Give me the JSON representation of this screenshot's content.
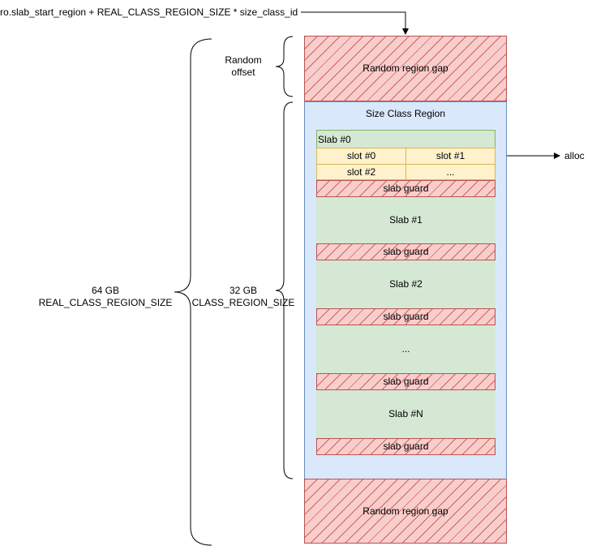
{
  "top_formula": "ro.slab_start_region + REAL_CLASS_REGION_SIZE * size_class_id",
  "random_offset": {
    "line1": "Random",
    "line2": "offset"
  },
  "gap_top": "Random region gap",
  "gap_bottom": "Random region gap",
  "size_class_region": "Size Class Region",
  "slab0": {
    "title": "Slab #0",
    "slots": [
      "slot #0",
      "slot #1",
      "slot #2",
      "..."
    ]
  },
  "slab_guard": "slab guard",
  "slabs": [
    "Slab #1",
    "Slab #2",
    "...",
    "Slab #N"
  ],
  "alloc": "alloc",
  "brace_outer": {
    "line1": "64 GB",
    "line2": "REAL_CLASS_REGION_SIZE"
  },
  "brace_inner": {
    "line1": "32 GB",
    "line2": "CLASS_REGION_SIZE"
  },
  "colors": {
    "gap_fill": "#f8cecc",
    "gap_stroke": "#b85450",
    "region_fill": "#dae8fc",
    "region_stroke": "#6c8ebf",
    "slab_fill": "#d5e8d4",
    "slot_fill": "#fff2cc",
    "slot_stroke": "#d6b656"
  }
}
